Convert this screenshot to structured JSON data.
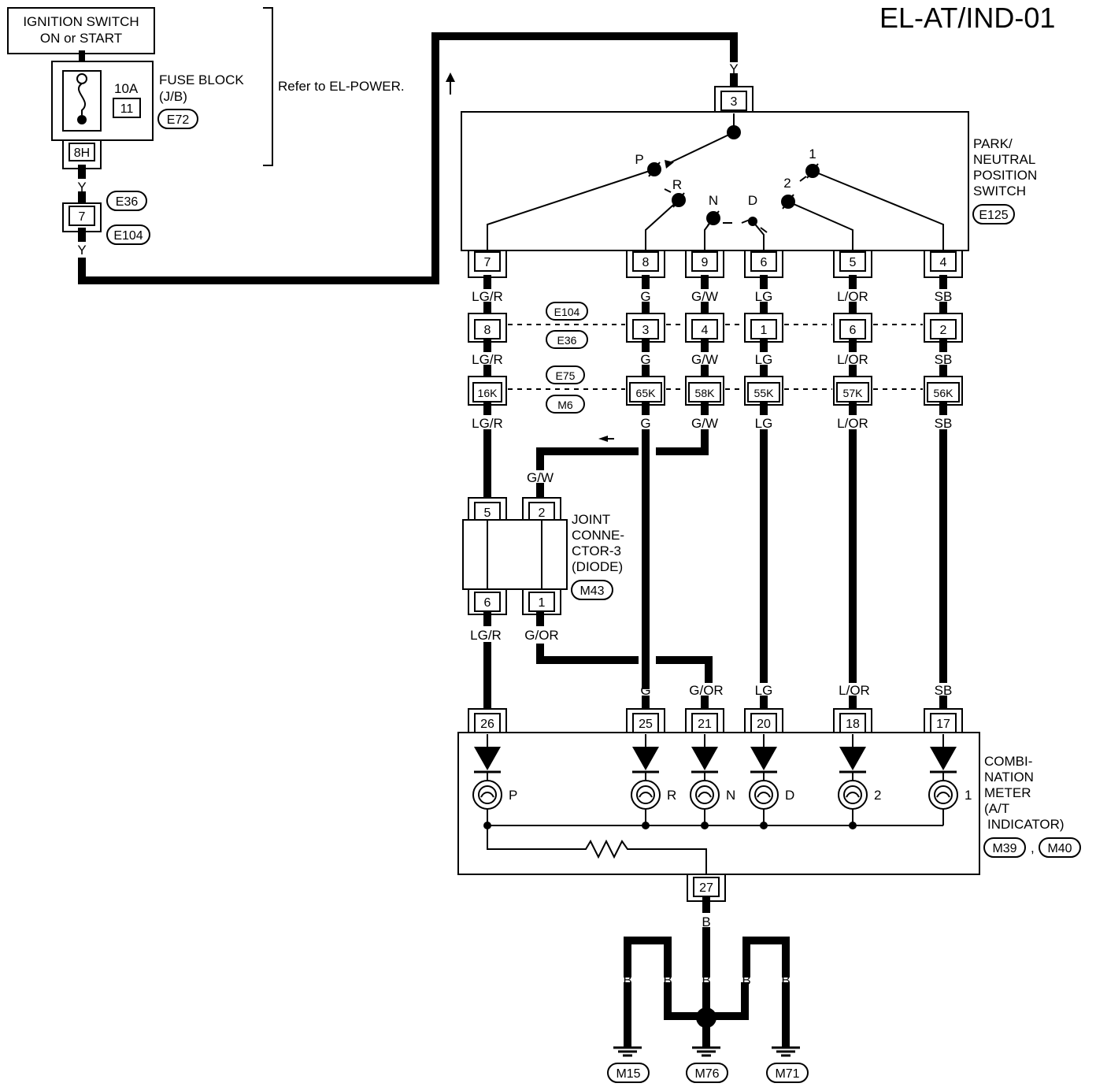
{
  "title": "EL-AT/IND-01",
  "ignition": {
    "line1": "IGNITION SWITCH",
    "line2": "ON or START"
  },
  "fuse": {
    "amps": "10A",
    "number": "11",
    "name_line1": "FUSE BLOCK",
    "name_line2": "(J/B)",
    "connector": "E72",
    "terminal": "8H"
  },
  "refer_text": "Refer to EL-POWER.",
  "left_column": {
    "wire_y_top": "Y",
    "connector_top": "E36",
    "terminal": "7",
    "connector_bottom": "E104",
    "wire_y_bottom": "Y"
  },
  "pnp": {
    "wire_in": "Y",
    "terminal_in": "3",
    "name_lines": [
      "PARK/",
      "NEUTRAL",
      "POSITION",
      "SWITCH"
    ],
    "connector": "E125",
    "positions": [
      "P",
      "R",
      "N",
      "D",
      "2",
      "1"
    ],
    "terminals": [
      "7",
      "8",
      "9",
      "6",
      "5",
      "4"
    ]
  },
  "wires_row1": [
    "LG/R",
    "G",
    "G/W",
    "LG",
    "L/OR",
    "SB"
  ],
  "mid1": {
    "connector_top": "E104",
    "connector_bottom": "E36",
    "terminals": [
      "8",
      "3",
      "4",
      "1",
      "6",
      "2"
    ]
  },
  "wires_row2": [
    "LG/R",
    "G",
    "G/W",
    "LG",
    "L/OR",
    "SB"
  ],
  "mid2": {
    "connector_top": "E75",
    "connector_bottom": "M6",
    "terminals": [
      "16K",
      "65K",
      "58K",
      "55K",
      "57K",
      "56K"
    ]
  },
  "wires_row3": [
    "LG/R",
    "G",
    "G/W",
    "LG",
    "L/OR",
    "SB"
  ],
  "joint": {
    "wire_in": "G/W",
    "terminals_top": [
      "5",
      "2"
    ],
    "terminals_bottom": [
      "6",
      "1"
    ],
    "name_lines": [
      "JOINT",
      "CONNE-",
      "CTOR-3",
      "(DIODE)"
    ],
    "connector": "M43",
    "wire_out_left": "LG/R",
    "wire_out_right": "G/OR"
  },
  "wires_row4": [
    "G",
    "G/OR",
    "LG",
    "L/OR",
    "SB"
  ],
  "meter": {
    "terminals": [
      "26",
      "25",
      "21",
      "20",
      "18",
      "17"
    ],
    "lamps": [
      "P",
      "R",
      "N",
      "D",
      "2",
      "1"
    ],
    "name_lines": [
      "COMBI-",
      "NATION",
      "METER",
      "(A/T",
      "INDICATOR)"
    ],
    "connector_a": "M39",
    "separator": ",",
    "connector_b": "M40",
    "ground_terminal": "27"
  },
  "ground": {
    "wire": "B",
    "wires": [
      "B",
      "B",
      "B",
      "B",
      "B"
    ],
    "points": [
      "M15",
      "M76",
      "M71"
    ]
  }
}
